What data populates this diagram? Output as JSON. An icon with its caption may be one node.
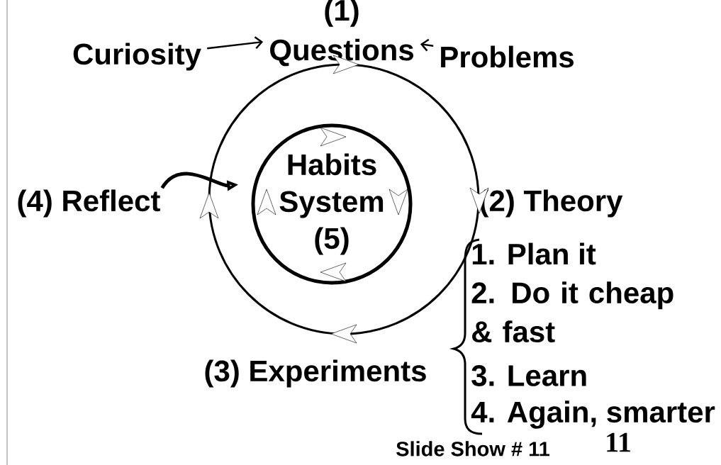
{
  "diagram": {
    "nodes": [
      {
        "text": [
          "(1)",
          "Questions"
        ]
      },
      {
        "text": [
          "Curiosity"
        ]
      },
      {
        "text": [
          "Problems"
        ]
      },
      {
        "text": [],
        "shape": "circle"
      },
      {
        "text": [
          "Habits System (5)"
        ],
        "in": 3
      },
      {
        "text": [
          "(2) Theory"
        ]
      },
      {
        "text": [
          "(3) Experiments"
        ]
      },
      {
        "text": [
          "(4) Reflect"
        ]
      }
    ],
    "edges": [
      {
        "from": 1,
        "to": 0,
        "arrow": "to"
      },
      {
        "from": 2,
        "to": 0,
        "arrow": "to"
      },
      {
        "from": 7,
        "to": 4,
        "arrow": "to",
        "style": "thick"
      }
    ],
    "labels": [
      "1. Plan it",
      "2. Do it cheap & fast",
      "3. Learn",
      "4. Again, smarter",
      "Slide Show # 11",
      "11"
    ]
  }
}
